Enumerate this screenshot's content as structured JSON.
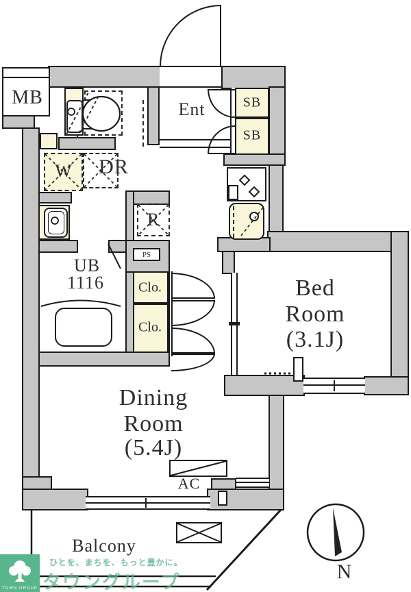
{
  "plan_title": "1K apartment floor plan",
  "rooms": {
    "mb": "MB",
    "ent": "Ent",
    "dr": "DR",
    "ub": {
      "line1": "UB",
      "line2": "1116"
    },
    "bedroom": {
      "lines": [
        "Bed",
        "Room",
        "(3.1J)"
      ]
    },
    "dining": {
      "lines": [
        "Dining",
        "Room",
        "(5.4J)"
      ]
    },
    "balcony": "Balcony"
  },
  "fixtures": {
    "shoe_box_1": "SB",
    "shoe_box_2": "SB",
    "washer": "W",
    "fridge": "R",
    "pipe_space": "PS",
    "closet_1": "Clo.",
    "closet_2": "Clo.",
    "air_conditioner": "AC"
  },
  "compass": {
    "north": "N"
  },
  "watermark": {
    "slogan": "ひとを、まちを、もっと豊かに。",
    "brand": "タウングループ",
    "logo_text": "TOWN GROUP"
  },
  "colors": {
    "wall_gray": "#c6c6c6",
    "line_black": "#1b1b1b",
    "fixture_cream": "#faf6da",
    "brand_green": "#58b58c"
  }
}
